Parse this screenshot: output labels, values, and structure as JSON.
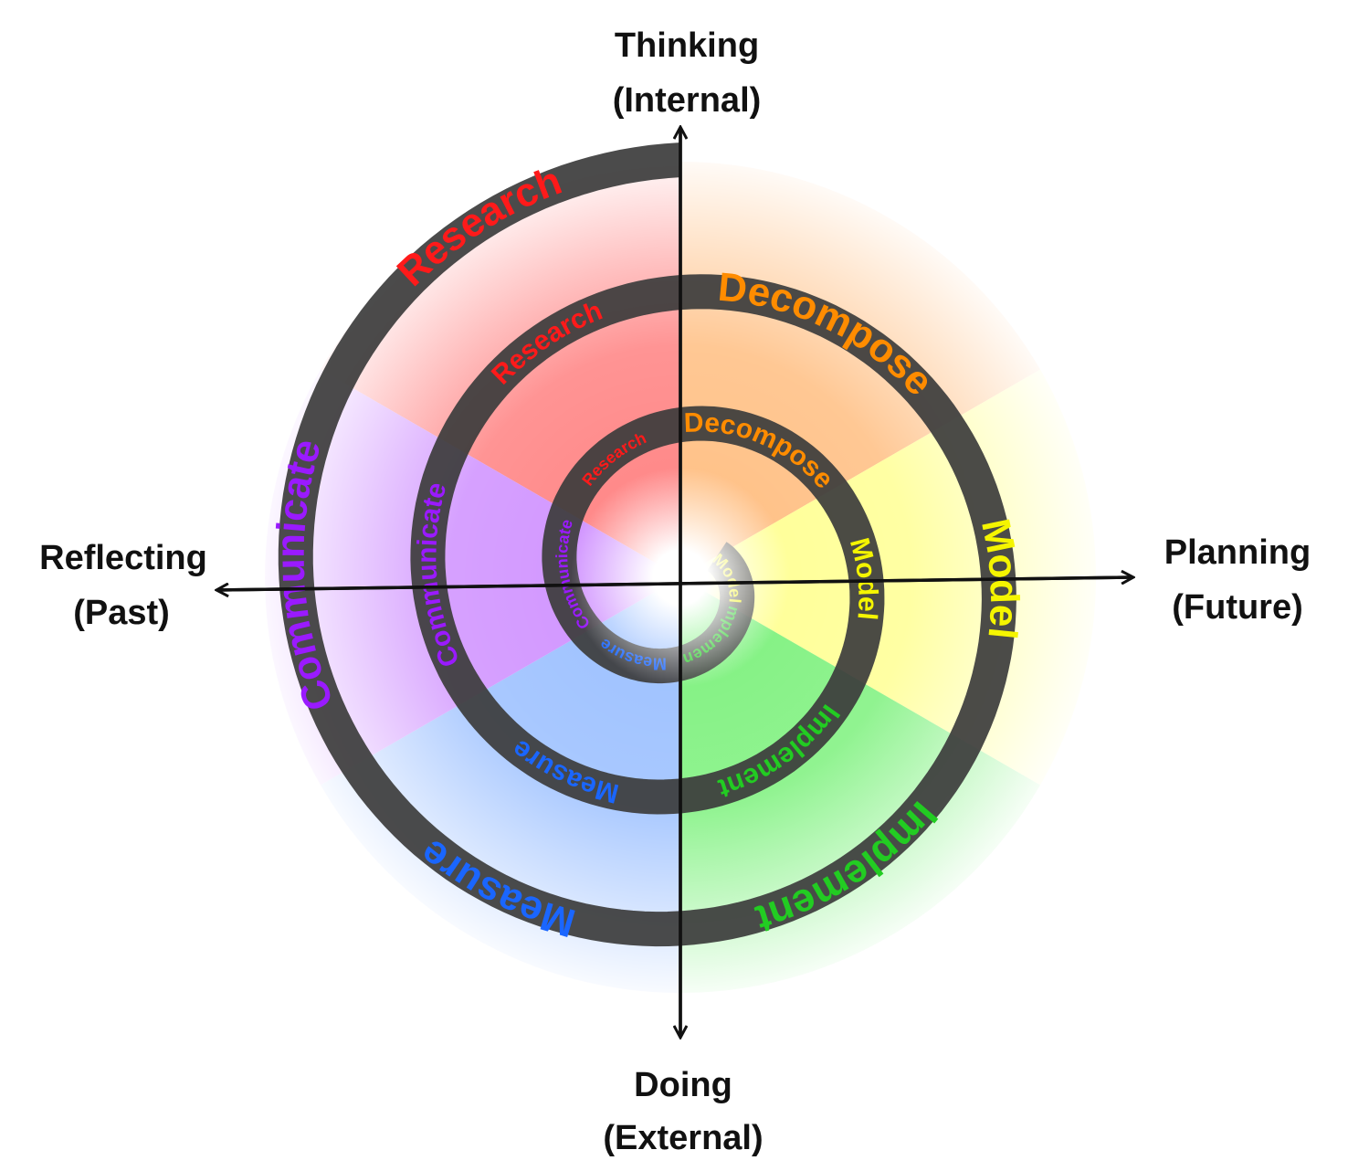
{
  "axes": {
    "top": {
      "line1": "Thinking",
      "line2": "(Internal)"
    },
    "bottom": {
      "line1": "Doing",
      "line2": "(External)"
    },
    "left": {
      "line1": "Reflecting",
      "line2": "(Past)"
    },
    "right": {
      "line1": "Planning",
      "line2": "(Future)"
    }
  },
  "stages": [
    {
      "key": "research",
      "label": "Research",
      "color": "#ff1a1a",
      "sector": "#ff6b6b"
    },
    {
      "key": "decompose",
      "label": "Decompose",
      "color": "#ff8c00",
      "sector": "#ffb36b"
    },
    {
      "key": "model",
      "label": "Model",
      "color": "#f5f500",
      "sector": "#ffff80"
    },
    {
      "key": "implement",
      "label": "Implement",
      "color": "#22cc22",
      "sector": "#66ee66"
    },
    {
      "key": "measure",
      "label": "Measure",
      "color": "#1a66ff",
      "sector": "#88b4ff"
    },
    {
      "key": "communicate",
      "label": "Communicate",
      "color": "#9a1aff",
      "sector": "#c77dff"
    }
  ],
  "spiral_turns": 3
}
